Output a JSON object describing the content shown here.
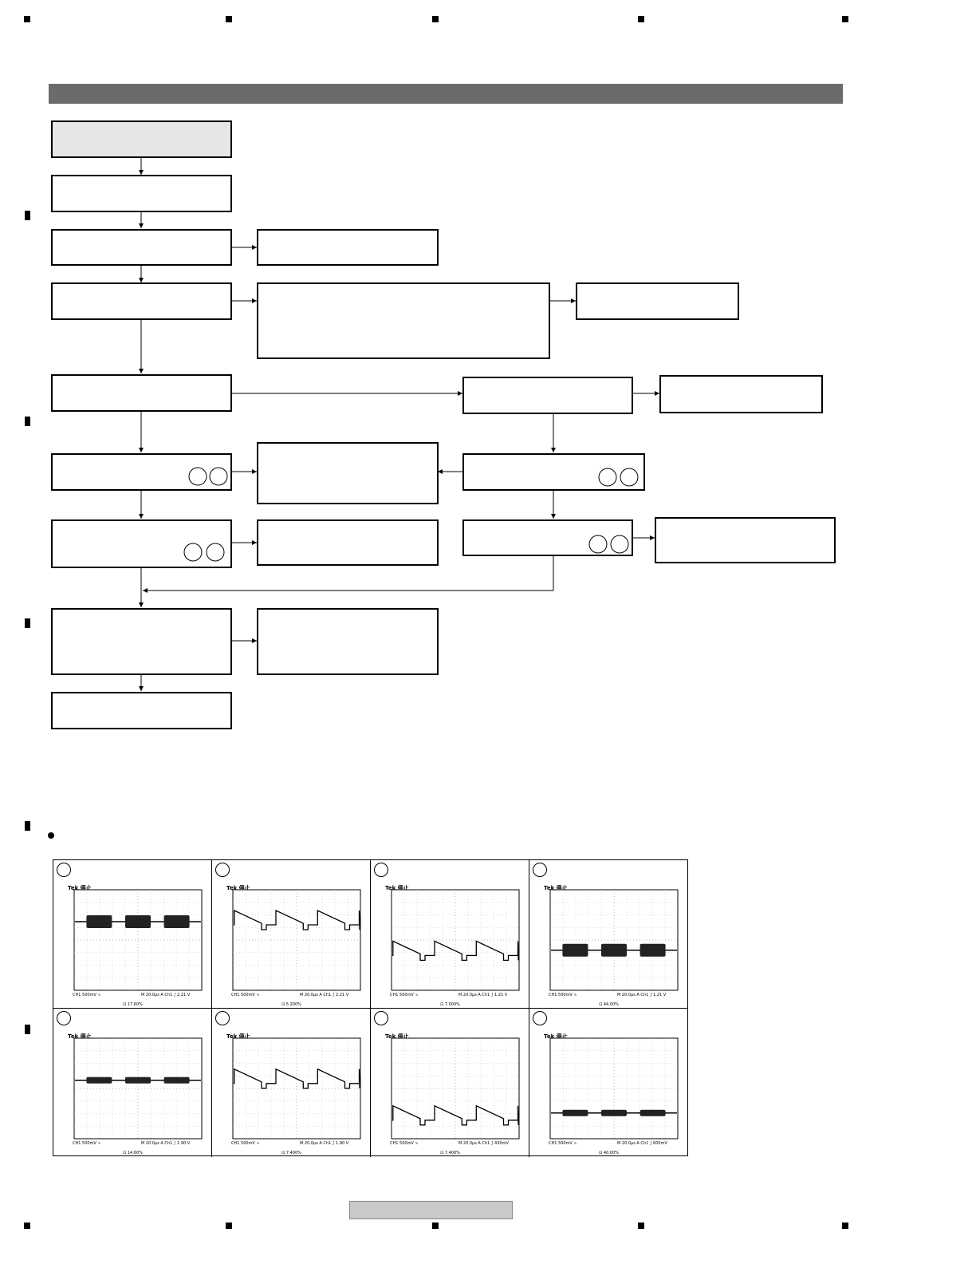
{
  "flowchart": {
    "boxes": [
      {
        "id": "b1",
        "text": ""
      },
      {
        "id": "b2",
        "text": ""
      },
      {
        "id": "b3",
        "text": ""
      },
      {
        "id": "b3r",
        "text": ""
      },
      {
        "id": "b4",
        "text": ""
      },
      {
        "id": "b4r",
        "text": ""
      },
      {
        "id": "b4rr",
        "text": ""
      },
      {
        "id": "b5",
        "text": ""
      },
      {
        "id": "b5r",
        "text": ""
      },
      {
        "id": "b5rr",
        "text": ""
      },
      {
        "id": "b6",
        "text": ""
      },
      {
        "id": "b6m",
        "text": ""
      },
      {
        "id": "b6r",
        "text": ""
      },
      {
        "id": "b7",
        "text": ""
      },
      {
        "id": "b7m",
        "text": ""
      },
      {
        "id": "b7r",
        "text": ""
      },
      {
        "id": "b7rr",
        "text": ""
      },
      {
        "id": "b8",
        "text": ""
      },
      {
        "id": "b8r",
        "text": ""
      },
      {
        "id": "b9",
        "text": ""
      }
    ]
  },
  "waveforms": {
    "panels": [
      {
        "num": "",
        "tek": "Tek 停止",
        "ch": "CH1 500mV ∿",
        "time": "M 20.0µs  A  Ch1 ∫  2.21 V",
        "bottom": "⊡ 17.60%",
        "shape": "burst",
        "level": 0.32
      },
      {
        "num": "",
        "tek": "Tek 停止",
        "ch": "CH1 500mV ∿",
        "time": "M 20.0µs  A  Ch1 ∫  2.21 V",
        "bottom": "⊡ 5.200%",
        "shape": "saw",
        "level": 0.32
      },
      {
        "num": "",
        "tek": "Tek 停止",
        "ch": "CH1 500mV ∿",
        "time": "M 20.0µs  A  Ch1 ∫  1.21 V",
        "bottom": "⊡ 7.000%",
        "shape": "saw",
        "level": 0.62
      },
      {
        "num": "",
        "tek": "Tek 停止",
        "ch": "CH1 500mV ∿",
        "time": "M 20.0µs  A  Ch1 ∫  1.21 V",
        "bottom": "⊡ 44.00%",
        "shape": "burst",
        "level": 0.6
      },
      {
        "num": "",
        "tek": "Tek 停止",
        "ch": "CH1 500mV ∿",
        "time": "M 20.0µs  A  Ch1 ∫  1.90 V",
        "bottom": "⊡ 14.60%",
        "shape": "burst-small",
        "level": 0.42
      },
      {
        "num": "",
        "tek": "Tek 停止",
        "ch": "CH1 500mV ∿",
        "time": "M 20.0µs  A  Ch1 ∫  1.90 V",
        "bottom": "⊡ 7.400%",
        "shape": "saw",
        "level": 0.42
      },
      {
        "num": "",
        "tek": "Tek 停止",
        "ch": "CH1 500mV ∿",
        "time": "M 20.0µs  A  Ch1 ∫  430mV",
        "bottom": "⊡ 7.400%",
        "shape": "saw",
        "level": 0.78
      },
      {
        "num": "",
        "tek": "Tek 停止",
        "ch": "CH1 500mV ∿",
        "time": "M 20.0µs  A  Ch1 ∫  600mV",
        "bottom": "⊡ 40.00%",
        "shape": "burst-small",
        "level": 0.74
      }
    ]
  }
}
